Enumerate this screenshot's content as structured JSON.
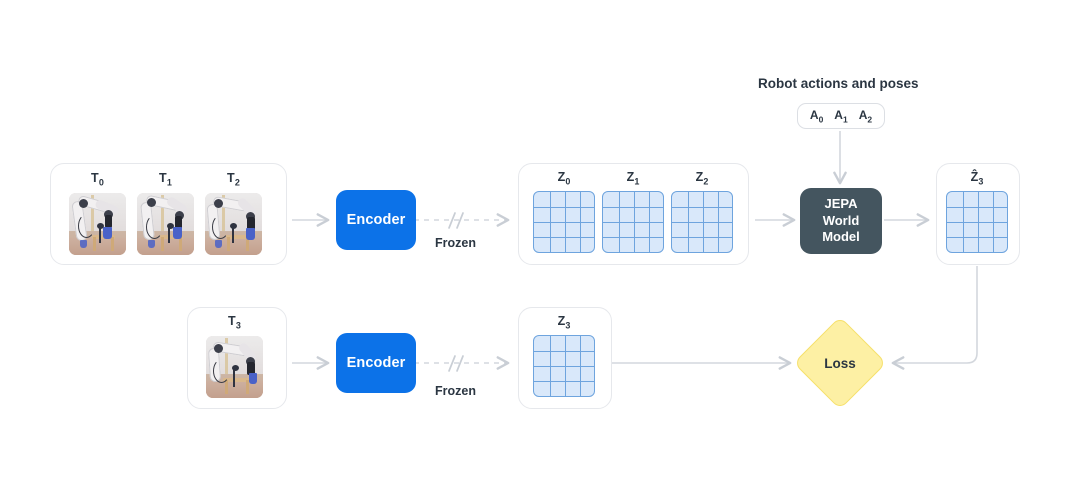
{
  "diagram": {
    "title_caption": "Robot actions and poses",
    "frozen_caption_top": "Frozen",
    "frozen_caption_bottom": "Frozen"
  },
  "context_frames": {
    "group_name": "context-frames-group",
    "frames": [
      {
        "label": "T",
        "sub": "0",
        "icon": "robot-arm-photo"
      },
      {
        "label": "T",
        "sub": "1",
        "icon": "robot-arm-photo"
      },
      {
        "label": "T",
        "sub": "2",
        "icon": "robot-arm-photo"
      }
    ]
  },
  "target_frame": {
    "group_name": "target-frame-group",
    "frames": [
      {
        "label": "T",
        "sub": "3",
        "icon": "robot-arm-photo"
      }
    ]
  },
  "encoders": [
    {
      "label": "Encoder",
      "color": "#0c72e8"
    },
    {
      "label": "Encoder",
      "color": "#0c72e8"
    }
  ],
  "context_latents": {
    "group_name": "context-latents-group",
    "items": [
      {
        "label": "Z",
        "sub": "0",
        "rows": 4,
        "cols": 4
      },
      {
        "label": "Z",
        "sub": "1",
        "rows": 4,
        "cols": 4
      },
      {
        "label": "Z",
        "sub": "2",
        "rows": 4,
        "cols": 4
      }
    ]
  },
  "target_latent": {
    "group_name": "target-latent-group",
    "items": [
      {
        "label": "Z",
        "sub": "3",
        "rows": 4,
        "cols": 4
      }
    ]
  },
  "predicted_latent": {
    "group_name": "predicted-latent-group",
    "items": [
      {
        "label": "Ẑ",
        "sub": "3",
        "rows": 4,
        "cols": 4
      }
    ]
  },
  "actions": {
    "caption": "Robot actions and poses",
    "tokens": [
      {
        "label": "A",
        "sub": "0"
      },
      {
        "label": "A",
        "sub": "1"
      },
      {
        "label": "A",
        "sub": "2"
      }
    ]
  },
  "world_model": {
    "lines": [
      "JEPA",
      "World",
      "Model"
    ],
    "color": "#44555f"
  },
  "loss": {
    "label": "Loss",
    "fill": "#fdf0a4",
    "stroke": "#f6e06a"
  },
  "colors": {
    "encoder_blue": "#0c72e8",
    "world_model_slate": "#44555f",
    "latent_fill": "#d9e8fa",
    "latent_line": "#6ea4de",
    "loss_yellow": "#fdf0a4",
    "wire_gray": "#d3d7dd",
    "card_border": "#e6e8ec",
    "text_dark": "#2b3642",
    "background": "#ffffff"
  }
}
